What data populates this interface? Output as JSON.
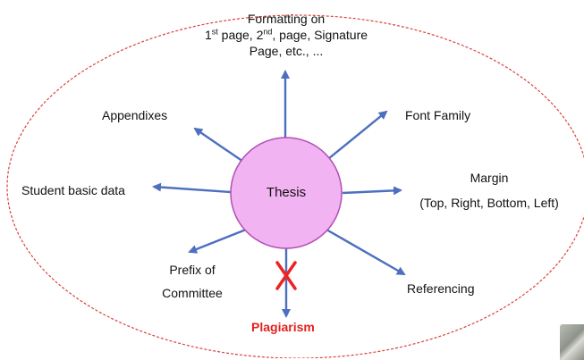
{
  "diagram": {
    "center_label": "Thesis",
    "formatting": {
      "line1": "Formatting on",
      "l2_num1": "1",
      "l2_sup1": "st",
      "l2_mid": " page, 2",
      "l2_sup2": "nd",
      "l2_end": ", page, Signature",
      "line3": "Page, etc., ..."
    },
    "appendixes": "Appendixes",
    "font_family": "Font Family",
    "student_basic_data": "Student basic data",
    "margin_title": "Margin",
    "margin_detail": "(Top, Right, Bottom, Left)",
    "prefix_line1": "Prefix of",
    "prefix_line2": "Committee",
    "referencing": "Referencing",
    "plagiarism": "Plagiarism",
    "colors": {
      "arrow": "#4d6fbf",
      "circle_fill": "#f2b3f2",
      "circle_stroke": "#b24fb6",
      "boundary": "#d9423b",
      "cross": "#ee2222",
      "plagiarism_text": "#e0221e"
    }
  }
}
